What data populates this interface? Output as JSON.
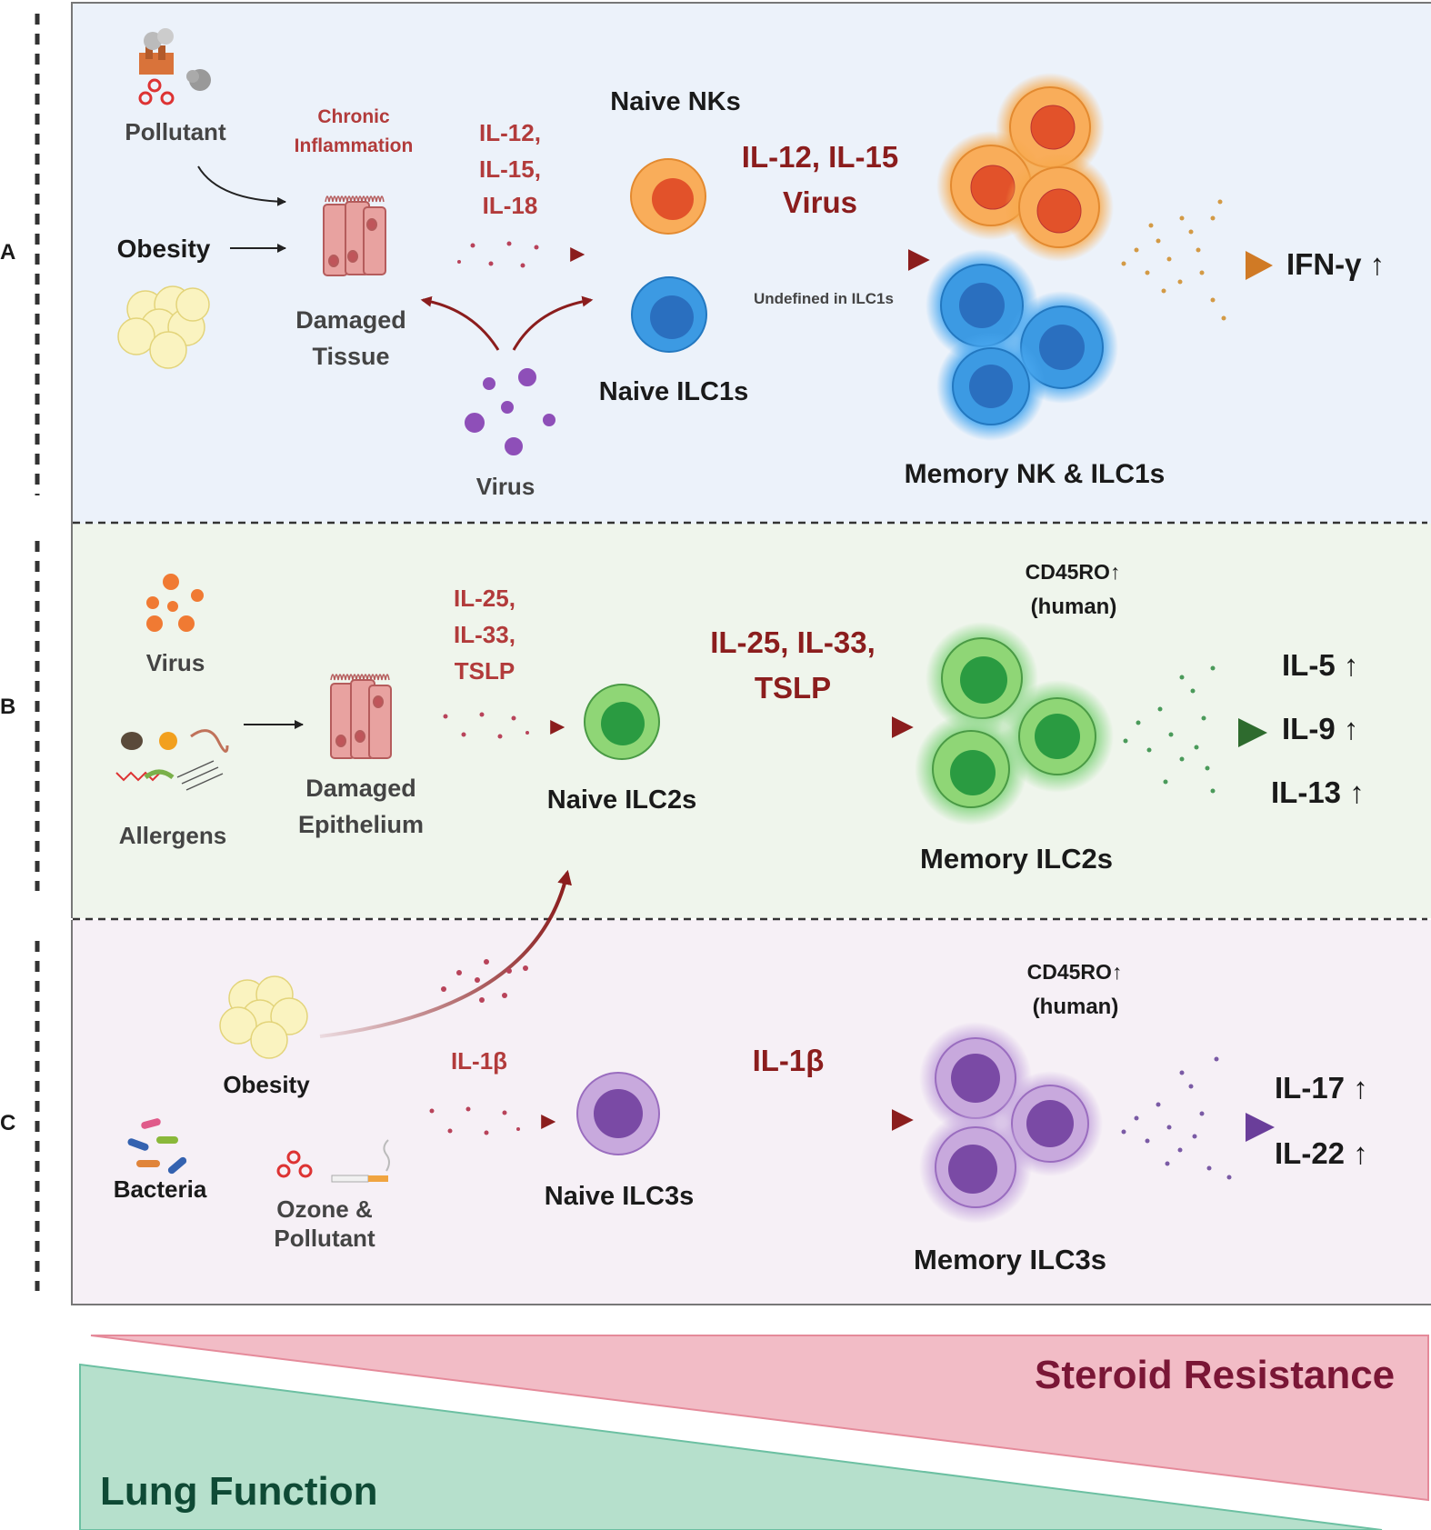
{
  "panels": {
    "a": {
      "letter": "A",
      "pollutant": "Pollutant",
      "obesity": "Obesity",
      "chronic_inflammation": [
        "Chronic",
        "Inflammation"
      ],
      "damaged_tissue": [
        "Damaged",
        "Tissue"
      ],
      "virus": "Virus",
      "cytokines_small": [
        "IL-12,",
        "IL-15,",
        "IL-18"
      ],
      "naive_nks": "Naive NKs",
      "naive_ilc1s": "Naive ILC1s",
      "cytokines_large": [
        "IL-12, IL-15",
        "Virus"
      ],
      "undefined_note": "Undefined in ILC1s",
      "memory": "Memory NK & ILC1s",
      "output": "IFN-γ ↑"
    },
    "b": {
      "letter": "B",
      "virus": "Virus",
      "allergens": "Allergens",
      "damaged_epithelium": [
        "Damaged",
        "Epithelium"
      ],
      "cytokines_small": [
        "IL-25,",
        "IL-33,",
        "TSLP"
      ],
      "naive": "Naive ILC2s",
      "cytokines_large": [
        "IL-25, IL-33,",
        "TSLP"
      ],
      "marker": [
        "CD45RO↑",
        "(human)"
      ],
      "memory": "Memory ILC2s",
      "outputs": [
        "IL-5 ↑",
        "IL-9 ↑",
        "IL-13 ↑"
      ]
    },
    "c": {
      "letter": "C",
      "obesity": "Obesity",
      "bacteria": "Bacteria",
      "ozone": [
        "Ozone &",
        "Pollutant"
      ],
      "cytokine_small": "IL-1β",
      "naive": "Naive ILC3s",
      "cytokine_large": "IL-1β",
      "marker": [
        "CD45RO↑",
        "(human)"
      ],
      "memory": "Memory ILC3s",
      "outputs": [
        "IL-17 ↑",
        "IL-22 ↑"
      ]
    }
  },
  "bottom": {
    "steroid_resistance": "Steroid Resistance",
    "lung_function": "Lung Function"
  },
  "colors": {
    "panel_a_bg": "#ecf2fa",
    "panel_b_bg": "#eff5ec",
    "panel_c_bg": "#f6f0f6",
    "arrow_red": "#8b1d1d",
    "nk_orange": "#f7a94b",
    "ilc1_blue": "#2f8fd8",
    "ilc2_green": "#3fae47",
    "ilc3_purple": "#9a6dbf",
    "steroid_pink": "#f2bcc6",
    "steroid_text": "#7a1636",
    "lung_green": "#b6e0cc",
    "lung_text": "#0f4a35"
  },
  "icons": [
    "factory-icon",
    "molecule-icon",
    "fat-cells-icon",
    "virus-icon",
    "epithelial-cells-icon",
    "allergen-icon",
    "bacteria-icon",
    "cigarette-icon"
  ]
}
